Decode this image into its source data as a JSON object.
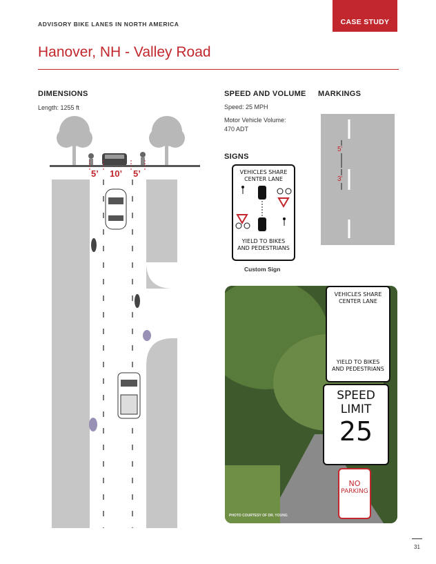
{
  "header": {
    "series": "ADVISORY BIKE LANES IN NORTH AMERICA",
    "tab": "CASE STUDY",
    "title": "Hanover, NH - Valley Road"
  },
  "dimensions": {
    "heading": "DIMENSIONS",
    "length": "Length: 1255 ft",
    "widths": [
      "5’",
      "10’",
      "5’"
    ]
  },
  "speed_volume": {
    "heading": "SPEED AND VOLUME",
    "speed": "Speed: 25 MPH",
    "volume_line1": "Motor Vehicle Volume:",
    "volume_line2": "470 ADT"
  },
  "markings": {
    "heading": "MARKINGS",
    "stripe_gap": "5’",
    "stripe_len": "3’"
  },
  "signs": {
    "heading": "SIGNS",
    "custom_caption": "Custom Sign",
    "sign_top_line1": "VEHICLES SHARE",
    "sign_top_line2": "CENTER LANE",
    "sign_bottom_line1": "YIELD TO BIKES",
    "sign_bottom_line2": "AND PEDESTRIANS"
  },
  "photo": {
    "speed_word": "SPEED",
    "limit_word": "LIMIT",
    "limit_value": "25",
    "no_word": "NO",
    "parking_word": "PARKING",
    "credit": "PHOTO COURTESY OF DR. YOUNG"
  },
  "page_number": "31",
  "colors": {
    "accent": "#c1272d",
    "road": "#c6c6c6"
  }
}
